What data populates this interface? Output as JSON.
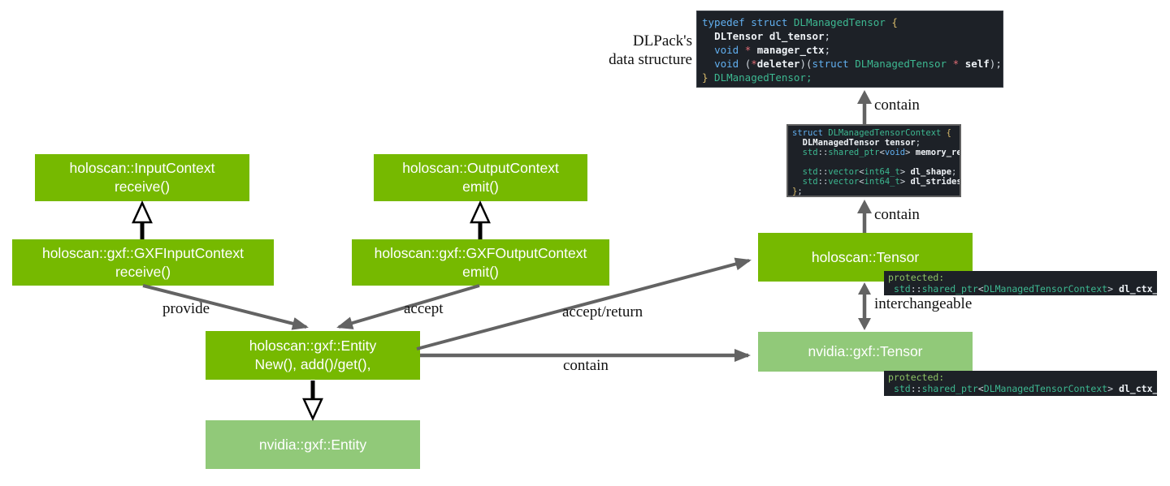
{
  "colors": {
    "nvidia_green": "#76b900",
    "light_green": "#91c979",
    "arrow_gray": "#636363",
    "black_arrow": "#000000",
    "code_background": "#1d2127",
    "keyword_blue": "#61afef",
    "type_teal": "#3db891",
    "brace_yellow": "#d7ba6a",
    "operator_red": "#e06c75",
    "protected_green": "#8cc265",
    "code_text": "#cfd6dd"
  },
  "boxes": {
    "input_context": {
      "title": "holoscan::InputContext",
      "subtitle": "receive()"
    },
    "output_context": {
      "title": "holoscan::OutputContext",
      "subtitle": "emit()"
    },
    "gxf_input_context": {
      "title": "holoscan::gxf::GXFInputContext",
      "subtitle": "receive()"
    },
    "gxf_output_context": {
      "title": "holoscan::gxf::GXFOutputContext",
      "subtitle": "emit()"
    },
    "gxf_entity": {
      "title": "holoscan::gxf::Entity",
      "subtitle": "New(), add()/get(),"
    },
    "nvidia_entity": {
      "title": "nvidia::gxf::Entity"
    },
    "holoscan_tensor": {
      "title": "holoscan::Tensor"
    },
    "nvidia_tensor": {
      "title": "nvidia::gxf::Tensor"
    }
  },
  "labels": {
    "dlpack_line1": "DLPack's",
    "dlpack_line2": "data structure",
    "provide": "provide",
    "accept": "accept",
    "accept_return": "accept/return",
    "contain_entity": "contain",
    "contain_top": "contain",
    "contain_mid": "contain",
    "interchangeable": "interchangeable"
  },
  "code_blocks": {
    "dlpack_struct": {
      "lines": [
        [
          {
            "c": "kw",
            "t": "typedef struct "
          },
          {
            "c": "ty",
            "t": "DLManagedTensor"
          },
          {
            "c": "tx",
            "t": " "
          },
          {
            "c": "br",
            "t": "{"
          }
        ],
        [
          {
            "c": "tx",
            "t": "  "
          },
          {
            "c": "fn",
            "t": "DLTensor"
          },
          {
            "c": "tx",
            "t": " "
          },
          {
            "c": "fn",
            "t": "dl_tensor"
          },
          {
            "c": "tx",
            "t": ";"
          }
        ],
        [
          {
            "c": "tx",
            "t": "  "
          },
          {
            "c": "kw",
            "t": "void"
          },
          {
            "c": "tx",
            "t": " "
          },
          {
            "c": "op",
            "t": "*"
          },
          {
            "c": "tx",
            "t": " "
          },
          {
            "c": "fn",
            "t": "manager_ctx"
          },
          {
            "c": "tx",
            "t": ";"
          }
        ],
        [
          {
            "c": "tx",
            "t": "  "
          },
          {
            "c": "kw",
            "t": "void"
          },
          {
            "c": "tx",
            "t": " ("
          },
          {
            "c": "op",
            "t": "*"
          },
          {
            "c": "fn",
            "t": "deleter"
          },
          {
            "c": "tx",
            "t": ")("
          },
          {
            "c": "kw",
            "t": "struct"
          },
          {
            "c": "tx",
            "t": " "
          },
          {
            "c": "ty",
            "t": "DLManagedTensor"
          },
          {
            "c": "tx",
            "t": " "
          },
          {
            "c": "op",
            "t": "*"
          },
          {
            "c": "tx",
            "t": " "
          },
          {
            "c": "fn",
            "t": "self"
          },
          {
            "c": "tx",
            "t": ");"
          }
        ],
        [
          {
            "c": "br",
            "t": "}"
          },
          {
            "c": "ty",
            "t": " DLManagedTensor;"
          }
        ]
      ]
    },
    "tensor_context": {
      "lines": [
        [
          {
            "c": "kw",
            "t": "struct "
          },
          {
            "c": "ty",
            "t": "DLManagedTensorContext"
          },
          {
            "c": "tx",
            "t": " "
          },
          {
            "c": "br",
            "t": "{"
          }
        ],
        [
          {
            "c": "tx",
            "t": "  "
          },
          {
            "c": "fn",
            "t": "DLManagedTensor"
          },
          {
            "c": "tx",
            "t": " "
          },
          {
            "c": "fn",
            "t": "tensor"
          },
          {
            "c": "tx",
            "t": ";"
          }
        ],
        [
          {
            "c": "tx",
            "t": "  "
          },
          {
            "c": "ty",
            "t": "std"
          },
          {
            "c": "tx",
            "t": "::"
          },
          {
            "c": "ty",
            "t": "shared_ptr"
          },
          {
            "c": "tx",
            "t": "<"
          },
          {
            "c": "kw",
            "t": "void"
          },
          {
            "c": "tx",
            "t": "> "
          },
          {
            "c": "fn",
            "t": "memory_ref"
          },
          {
            "c": "tx",
            "t": ";"
          }
        ],
        [],
        [
          {
            "c": "tx",
            "t": "  "
          },
          {
            "c": "ty",
            "t": "std"
          },
          {
            "c": "tx",
            "t": "::"
          },
          {
            "c": "ty",
            "t": "vector"
          },
          {
            "c": "tx",
            "t": "<"
          },
          {
            "c": "ty",
            "t": "int64_t"
          },
          {
            "c": "tx",
            "t": "> "
          },
          {
            "c": "fn",
            "t": "dl_shape"
          },
          {
            "c": "tx",
            "t": ";"
          }
        ],
        [
          {
            "c": "tx",
            "t": "  "
          },
          {
            "c": "ty",
            "t": "std"
          },
          {
            "c": "tx",
            "t": "::"
          },
          {
            "c": "ty",
            "t": "vector"
          },
          {
            "c": "tx",
            "t": "<"
          },
          {
            "c": "ty",
            "t": "int64_t"
          },
          {
            "c": "tx",
            "t": "> "
          },
          {
            "c": "fn",
            "t": "dl_strides"
          },
          {
            "c": "tx",
            "t": ";"
          }
        ],
        [
          {
            "c": "br",
            "t": "}"
          },
          {
            "c": "tx",
            "t": ";"
          }
        ]
      ]
    },
    "holoscan_tensor_protected": {
      "lines": [
        [
          {
            "c": "grn",
            "t": "protected:"
          }
        ],
        [
          {
            "c": "tx",
            "t": " "
          },
          {
            "c": "ty",
            "t": "std"
          },
          {
            "c": "tx",
            "t": "::"
          },
          {
            "c": "ty",
            "t": "shared_ptr"
          },
          {
            "c": "tx",
            "t": "<"
          },
          {
            "c": "ty",
            "t": "DLManagedTensorContext"
          },
          {
            "c": "tx",
            "t": "> "
          },
          {
            "c": "fn",
            "t": "dl_ctx_"
          },
          {
            "c": "tx",
            "t": ";"
          }
        ]
      ]
    },
    "nvidia_tensor_protected": {
      "lines": [
        [
          {
            "c": "grn",
            "t": "protected:"
          }
        ],
        [
          {
            "c": "tx",
            "t": " "
          },
          {
            "c": "ty",
            "t": "std"
          },
          {
            "c": "tx",
            "t": "::"
          },
          {
            "c": "ty",
            "t": "shared_ptr"
          },
          {
            "c": "tx",
            "t": "<"
          },
          {
            "c": "ty",
            "t": "DLManagedTensorContext"
          },
          {
            "c": "tx",
            "t": "> "
          },
          {
            "c": "fn",
            "t": "dl_ctx_"
          },
          {
            "c": "tx",
            "t": ";"
          }
        ]
      ]
    }
  }
}
